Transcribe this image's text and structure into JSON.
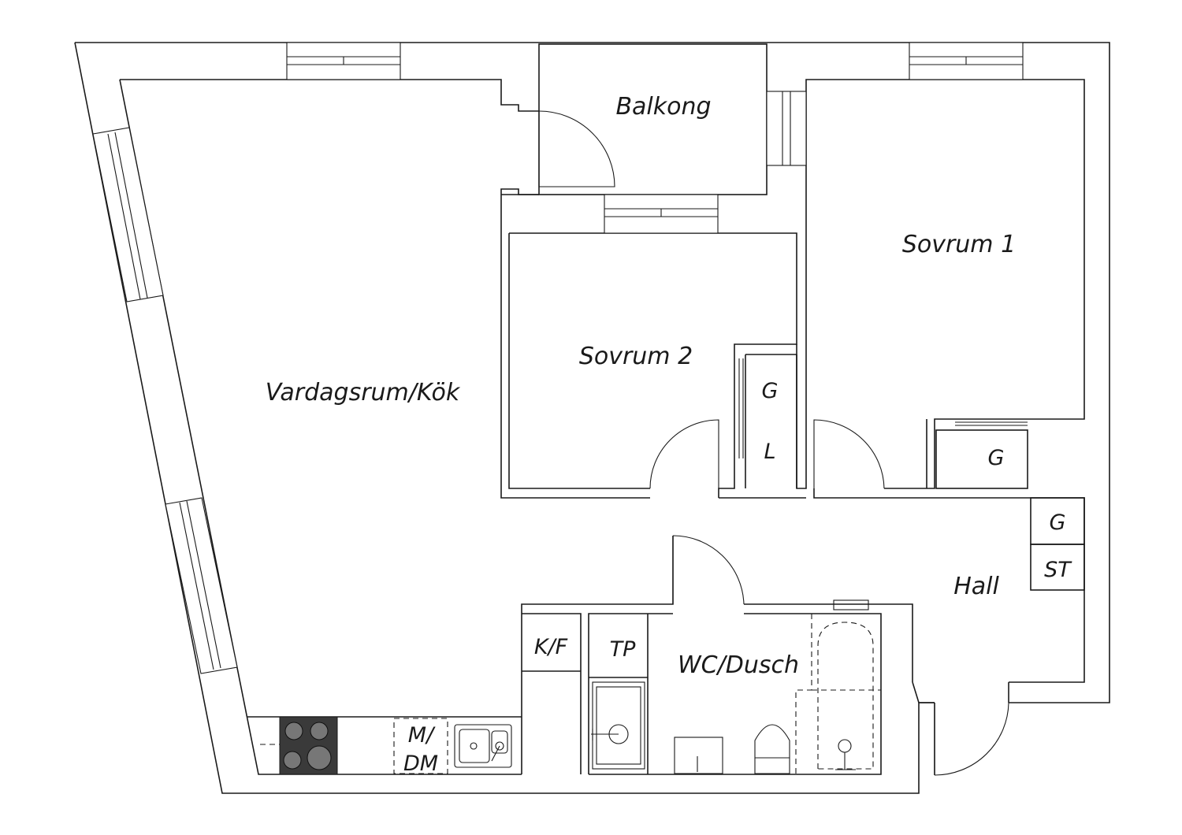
{
  "rooms": {
    "living_kitchen": "Vardagsrum/Kök",
    "balcony": "Balkong",
    "bedroom_1": "Sovrum 1",
    "bedroom_2": "Sovrum 2",
    "hall": "Hall",
    "bathroom": "WC/Dusch"
  },
  "fixtures": {
    "wardrobe_g": "G",
    "linen_l": "L",
    "storage_st": "ST",
    "fridge_freezer": "K/F",
    "washer": "TP",
    "microwave_top": "M/",
    "dishwasher": "DM"
  },
  "colors": {
    "line": "#1a1a1a",
    "stove": "#3a3a3a",
    "background": "#ffffff"
  }
}
